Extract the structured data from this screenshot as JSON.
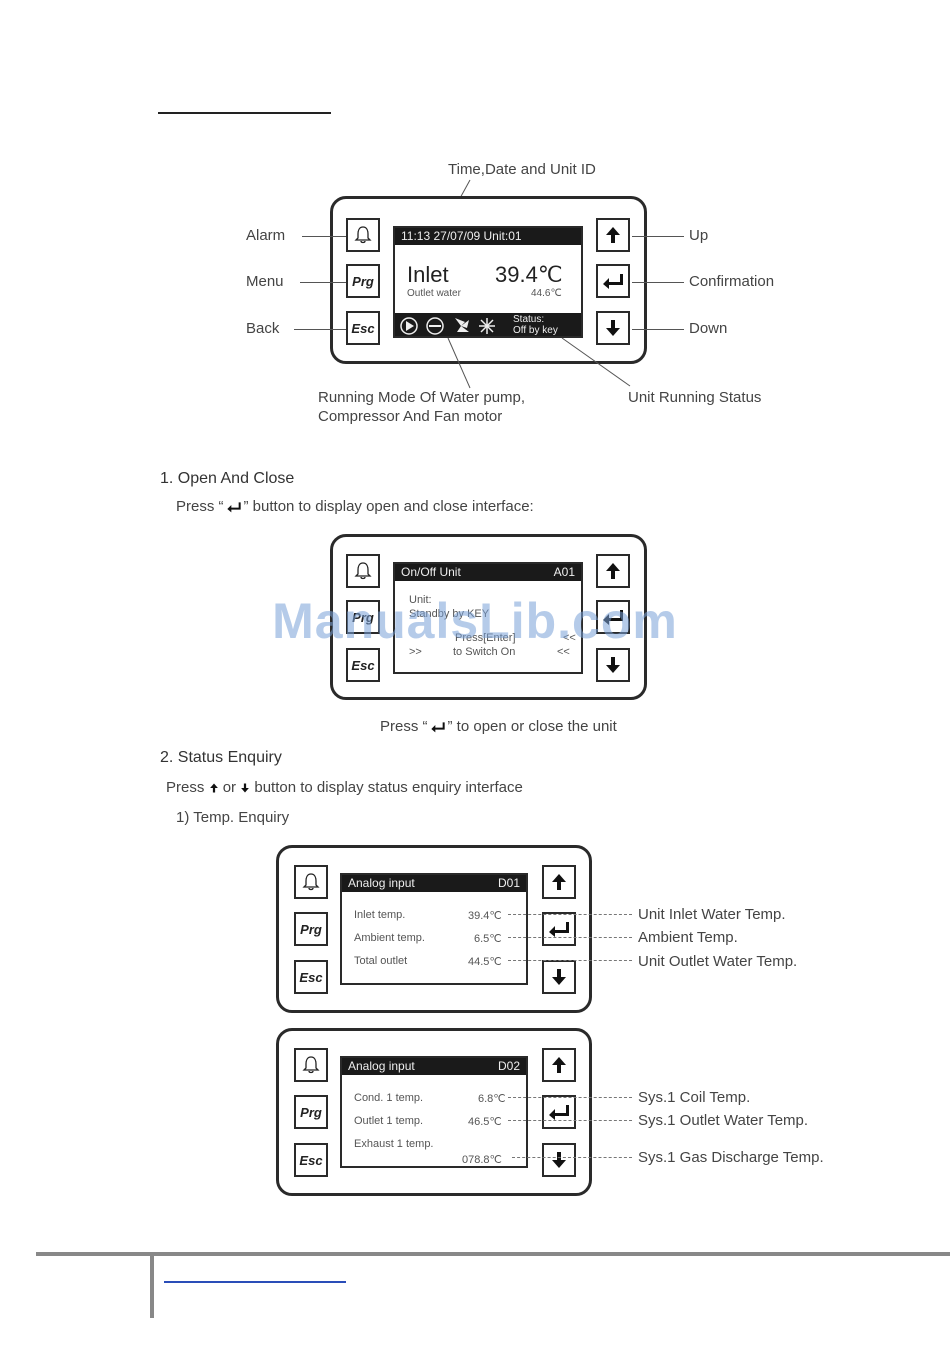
{
  "diagram1": {
    "time_label": "Time,Date and Unit ID",
    "alarm": "Alarm",
    "menu": "Menu",
    "back": "Back",
    "up": "Up",
    "confirmation": "Confirmation",
    "down": "Down",
    "running_mode_line1": "Running Mode Of Water pump,",
    "running_mode_line2": "Compressor And Fan motor",
    "unit_running_status": "Unit Running Status",
    "lcd": {
      "header": "11:13 27/07/09 Unit:01",
      "inlet": "Inlet",
      "inlet_value": "39.4℃",
      "outlet_label": "Outlet water",
      "outlet_value": "44.6℃",
      "status_line1": "Status:",
      "status_line2": "Off by key"
    }
  },
  "buttons": {
    "prg": "Prg",
    "esc": "Esc"
  },
  "section1": {
    "title": "1. Open And Close",
    "desc_pre": "Press “",
    "desc_post": "” button to display open and close interface:",
    "caption_pre": "Press “",
    "caption_post": "” to open or close the unit",
    "lcd": {
      "header_left": "On/Off Unit",
      "header_right": "A01",
      "line1": "Unit:",
      "line2": "Standby by KEY",
      "line3_left": "",
      "line3_mid": "Press[Enter]",
      "line3_right": "<<",
      "line4_left": ">>",
      "line4_mid": "to Switch On",
      "line4_right": "<<"
    }
  },
  "section2": {
    "title": "2. Status Enquiry",
    "desc_pre": "Press",
    "desc_mid": "or",
    "desc_post": "button to display status enquiry interface",
    "sub": "1) Temp. Enquiry"
  },
  "panel3": {
    "header_left": "Analog input",
    "header_right": "D01",
    "rows": [
      {
        "label": "Inlet temp.",
        "value": "39.4℃",
        "annotation": "Unit Inlet Water Temp."
      },
      {
        "label": "Ambient temp.",
        "value": "6.5℃",
        "annotation": "Ambient Temp."
      },
      {
        "label": "Total outlet",
        "value": "44.5℃",
        "annotation": "Unit Outlet Water Temp."
      }
    ]
  },
  "panel4": {
    "header_left": "Analog input",
    "header_right": "D02",
    "rows": [
      {
        "label": "Cond. 1 temp.",
        "value": "6.8℃",
        "annotation": "Sys.1 Coil Temp."
      },
      {
        "label": "Outlet 1 temp.",
        "value": "46.5℃",
        "annotation": "Sys.1 Outlet Water Temp."
      },
      {
        "label": "Exhaust 1 temp.",
        "value": "",
        "annotation": ""
      },
      {
        "label": "",
        "value": "078.8℃",
        "annotation": "Sys.1 Gas Discharge Temp."
      }
    ]
  },
  "watermark": "ManualsLib.com"
}
